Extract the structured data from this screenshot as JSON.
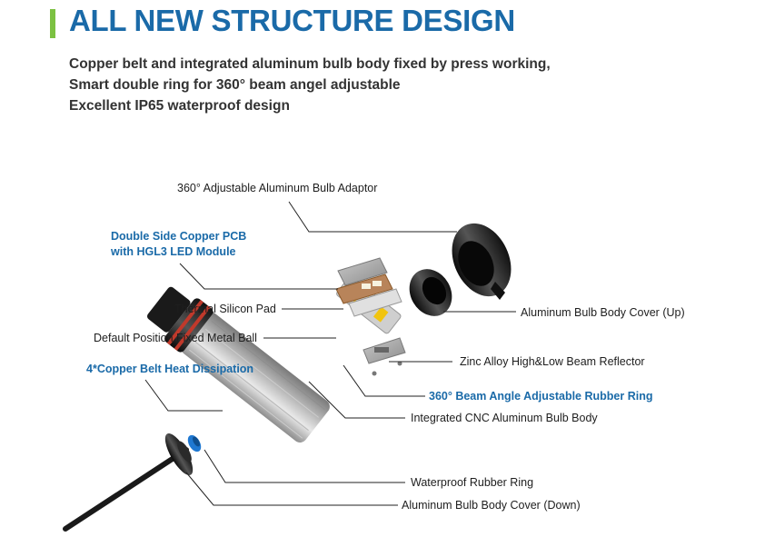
{
  "header": {
    "title": "ALL NEW STRUCTURE DESIGN",
    "accent_color": "#7cc142",
    "title_color": "#1a6aa8"
  },
  "features": [
    "Copper belt and integrated aluminum bulb body fixed by press working,",
    "Smart double ring for 360° beam angel adjustable",
    "Excellent IP65 waterproof design"
  ],
  "callouts": {
    "adaptor": "360° Adjustable Aluminum Bulb Adaptor",
    "pcb_line1": "Double Side Copper PCB",
    "pcb_line2": "with HGL3 LED Module",
    "thermal_pad": "Thermal Silicon Pad",
    "metal_ball": "Default Position Fixed Metal Ball",
    "copper_belt": "4*Copper Belt Heat Dissipation",
    "cover_up": "Aluminum Bulb Body Cover (Up)",
    "reflector": "Zinc Alloy High&Low Beam Reflector",
    "rubber_ring_360": "360° Beam Angle Adjustable Rubber Ring",
    "bulb_body": "Integrated CNC Aluminum Bulb Body",
    "waterproof_ring": "Waterproof Rubber Ring",
    "cover_down": "Aluminum Bulb Body Cover (Down)"
  },
  "colors": {
    "highlight_label": "#1a6aa8",
    "leader_line": "#222222",
    "waterproof_ring": "#1f78d1",
    "rubber_ring": "#c0392b"
  }
}
